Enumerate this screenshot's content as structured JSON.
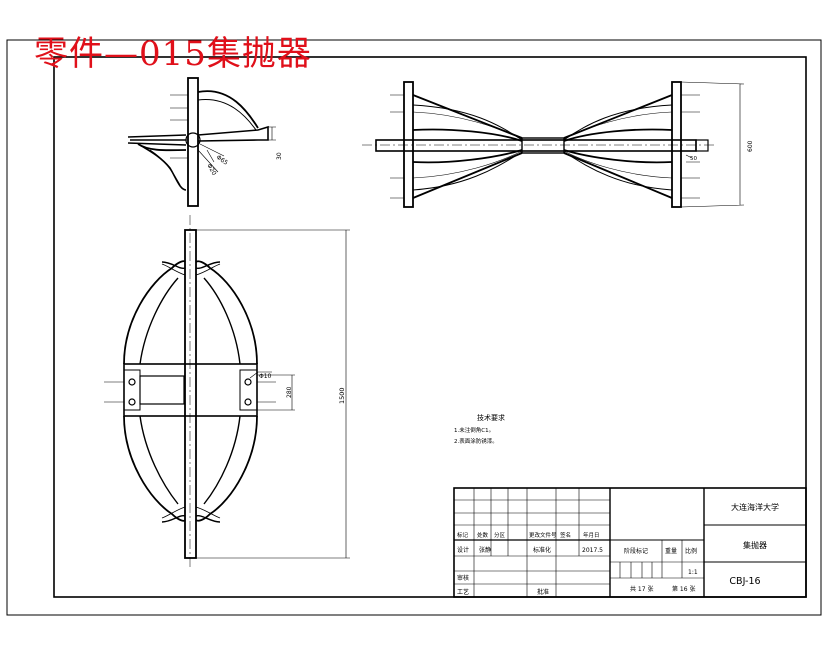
{
  "overlay_title": "零件—015集抛器",
  "drawing": {
    "dimensions": {
      "top_view_phi": "Φ65",
      "top_view_small": "Φ20",
      "top_view_side": "30",
      "front_view_height": "600",
      "front_view_right": "50",
      "main_length": "1500",
      "main_phi": "Φ10",
      "main_width": "280"
    },
    "tech_requirements": {
      "title": "技术要求",
      "line1": "1.未注倒角C1。",
      "line2": "2.表面涂防锈漆。"
    }
  },
  "title_block": {
    "header_labels": [
      "标记",
      "处数",
      "分区",
      "更改文件号",
      "签名",
      "年月日"
    ],
    "design_label": "设计",
    "design_name": "张静",
    "std_label": "标准化",
    "date": "2017.5",
    "stage_label": "阶段标记",
    "weight_label": "重量",
    "scale_label": "比例",
    "scale_value": "1:1",
    "review_label": "审核",
    "process_label": "工艺",
    "approve_label": "批准",
    "sheets_total": "共 17 张",
    "sheet_no": "第 16 张",
    "org": "大连海洋大学",
    "part_name": "集抛器",
    "drawing_no": "CBJ-16"
  }
}
